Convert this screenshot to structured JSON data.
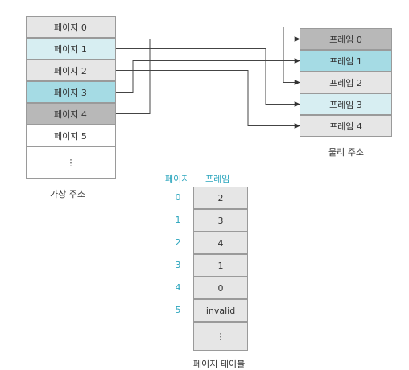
{
  "virtual": {
    "caption": "가상 주소",
    "pages": [
      "페이지 0",
      "페이지 1",
      "페이지 2",
      "페이지 3",
      "페이지 4",
      "페이지 5",
      "⋮"
    ],
    "colors": [
      "#e6e6e6",
      "#d7eef2",
      "#e6e6e6",
      "#a5dbe4",
      "#b8b8b8",
      "#ffffff",
      "#ffffff"
    ]
  },
  "physical": {
    "caption": "물리 주소",
    "frames": [
      "프레임 0",
      "프레임 1",
      "프레임 2",
      "프레임 3",
      "프레임 4"
    ],
    "colors": [
      "#b8b8b8",
      "#a5dbe4",
      "#e6e6e6",
      "#d7eef2",
      "#e6e6e6"
    ]
  },
  "mapping": [
    {
      "page": 0,
      "frame": 2
    },
    {
      "page": 1,
      "frame": 3
    },
    {
      "page": 2,
      "frame": 4
    },
    {
      "page": 3,
      "frame": 1
    },
    {
      "page": 4,
      "frame": 0
    }
  ],
  "page_table": {
    "caption": "페이지 테이블",
    "header_page": "페이지",
    "header_frame": "프레임",
    "indices": [
      "0",
      "1",
      "2",
      "3",
      "4",
      "5"
    ],
    "entries": [
      "2",
      "3",
      "4",
      "1",
      "0",
      "invalid",
      "⋮"
    ],
    "header_color": "#2aa5bd"
  }
}
